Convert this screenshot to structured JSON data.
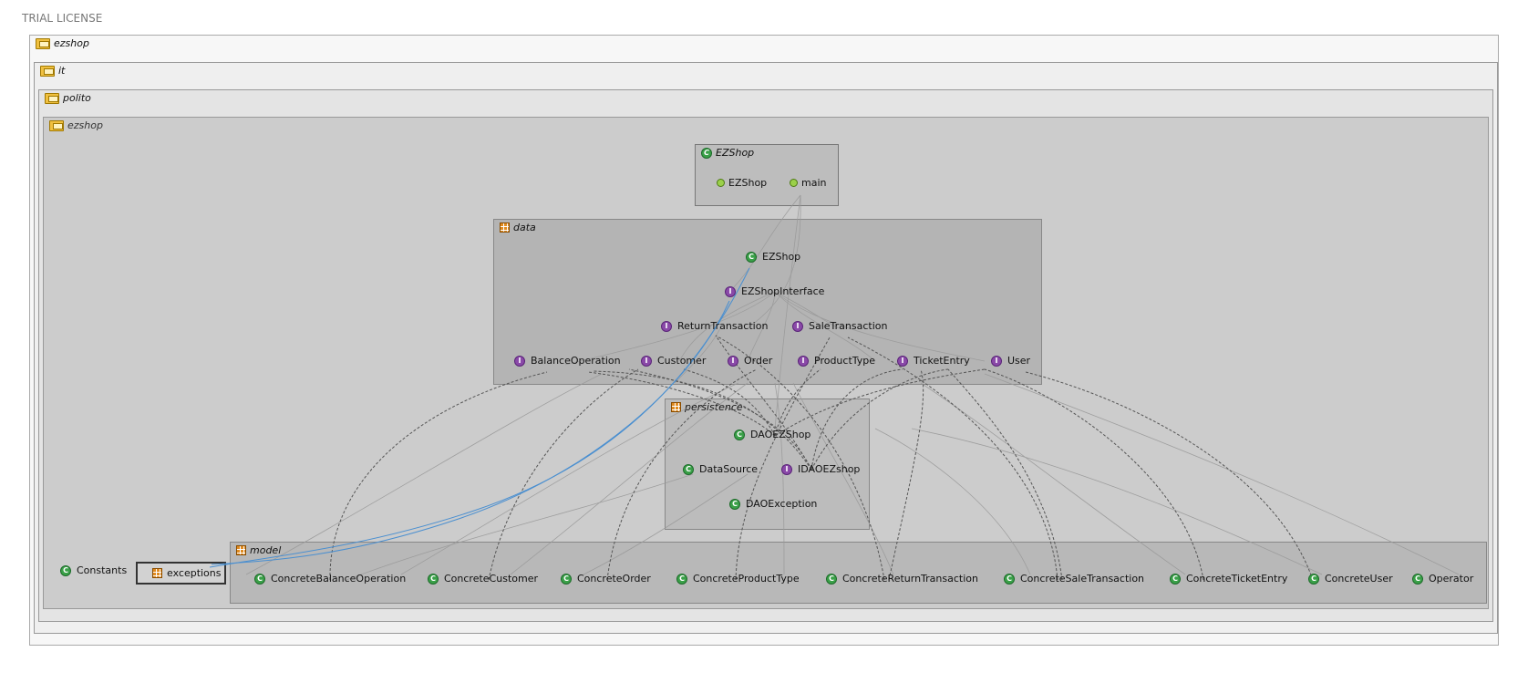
{
  "trial_label": "TRIAL LICENSE",
  "packages": {
    "root": "ezshop",
    "it": "it",
    "polito": "polito",
    "inner": "ezshop",
    "ezshop_class_box": "EZShop",
    "data": "data",
    "persistence": "persistence",
    "model": "model",
    "exceptions": "exceptions"
  },
  "ezshop_members": [
    "EZShop",
    "main"
  ],
  "data_nodes": {
    "ezshop": "EZShop",
    "ezshop_interface": "EZShopInterface",
    "return_transaction": "ReturnTransaction",
    "sale_transaction": "SaleTransaction",
    "balance_operation": "BalanceOperation",
    "customer": "Customer",
    "order": "Order",
    "product_type": "ProductType",
    "ticket_entry": "TicketEntry",
    "user": "User"
  },
  "persistence_nodes": {
    "dao_ezshop": "DAOEZShop",
    "data_source": "DataSource",
    "idao_ezshop": "IDAOEZshop",
    "dao_exception": "DAOException"
  },
  "constants": "Constants",
  "model_nodes": [
    "ConcreteBalanceOperation",
    "ConcreteCustomer",
    "ConcreteOrder",
    "ConcreteProductType",
    "ConcreteReturnTransaction",
    "ConcreteSaleTransaction",
    "ConcreteTicketEntry",
    "ConcreteUser",
    "Operator"
  ],
  "badge_letters": {
    "class": "C",
    "interface": "I"
  },
  "colors": {
    "package_outer": "#f2f2f2",
    "package_mid": "#e6e6e6",
    "package_inner": "#cccccc",
    "package_data": "#b4b4b4",
    "dependency_line": "#555555",
    "association_line": "#4a8fd0",
    "class_badge": "#3aa048",
    "interface_badge": "#8a49a8"
  }
}
